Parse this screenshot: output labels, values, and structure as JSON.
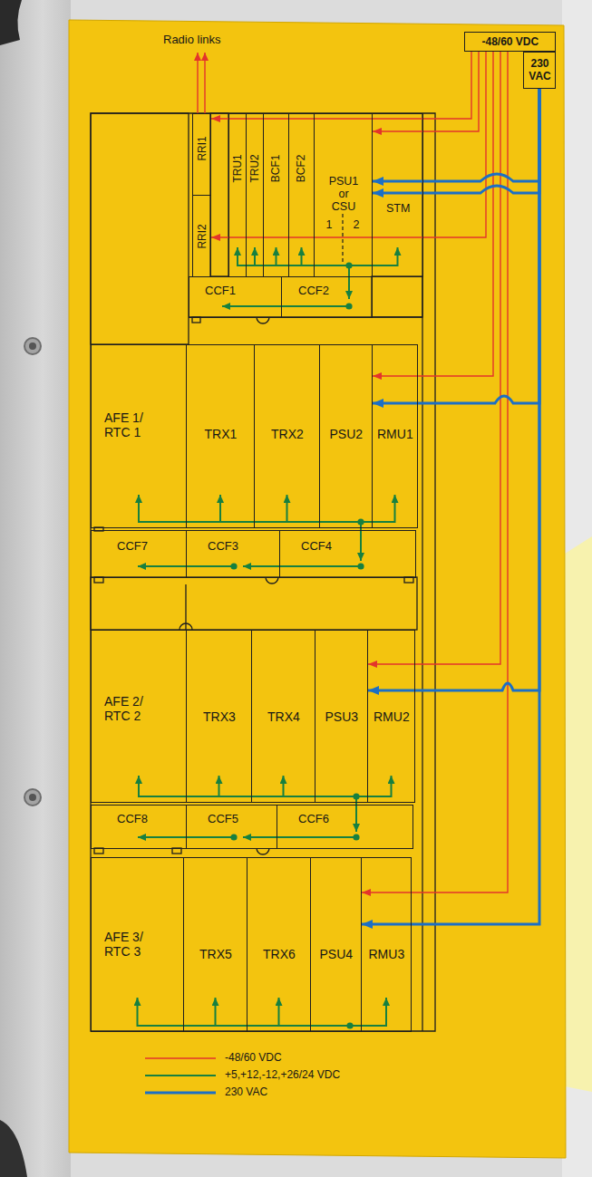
{
  "diagram": {
    "nodes": [
      {
        "text": [
          "-48/60 VDC"
        ]
      },
      {
        "text": [
          "230 VAC"
        ]
      },
      {
        "text": [
          "RRI1"
        ]
      },
      {
        "text": [
          "RRI2"
        ]
      },
      {
        "text": [
          "TRU1"
        ]
      },
      {
        "text": [
          "TRU2"
        ]
      },
      {
        "text": [
          "BCF1"
        ]
      },
      {
        "text": [
          "BCF2"
        ]
      },
      {
        "text": [
          "PSU1 or CSU",
          "1",
          "2"
        ]
      },
      {
        "text": [
          "STM"
        ]
      },
      {
        "text": [
          "CCF1"
        ]
      },
      {
        "text": [
          "CCF2"
        ]
      },
      {
        "text": [
          "AFE 1/ RTC 1"
        ]
      },
      {
        "text": [
          "TRX1"
        ]
      },
      {
        "text": [
          "TRX2"
        ]
      },
      {
        "text": [
          "PSU2"
        ]
      },
      {
        "text": [
          "RMU1"
        ]
      },
      {
        "text": [
          "CCF7"
        ]
      },
      {
        "text": [
          "CCF3"
        ]
      },
      {
        "text": [
          "CCF4"
        ]
      },
      {
        "text": [
          "AFE 2/ RTC 2"
        ]
      },
      {
        "text": [
          "TRX3"
        ]
      },
      {
        "text": [
          "TRX4"
        ]
      },
      {
        "text": [
          "PSU3"
        ]
      },
      {
        "text": [
          "RMU2"
        ]
      },
      {
        "text": [
          "CCF8"
        ]
      },
      {
        "text": [
          "CCF5"
        ]
      },
      {
        "text": [
          "CCF6"
        ]
      },
      {
        "text": [
          "AFE 3/ RTC 3"
        ]
      },
      {
        "text": [
          "TRX5"
        ]
      },
      {
        "text": [
          "TRX6"
        ]
      },
      {
        "text": [
          "PSU4"
        ]
      },
      {
        "text": [
          "RMU3"
        ]
      }
    ],
    "edges": [
      {
        "from": 0,
        "to": 2,
        "arrow": "to"
      },
      {
        "from": 0,
        "to": 3,
        "arrow": "to"
      },
      {
        "from": 0,
        "to": 8,
        "arrow": "to"
      },
      {
        "from": 0,
        "to": 15,
        "arrow": "to"
      },
      {
        "from": 0,
        "to": 23,
        "arrow": "to"
      },
      {
        "from": 0,
        "to": 31,
        "arrow": "to"
      },
      {
        "from": 1,
        "to": 8,
        "arrow": "to"
      },
      {
        "from": 1,
        "to": 8,
        "arrow": "to"
      },
      {
        "from": 1,
        "to": 15,
        "arrow": "to"
      },
      {
        "from": 1,
        "to": 23,
        "arrow": "to"
      },
      {
        "from": 1,
        "to": 31,
        "arrow": "to"
      },
      {
        "from": 8,
        "to": 4,
        "arrow": "to"
      },
      {
        "from": 8,
        "to": 5,
        "arrow": "to"
      },
      {
        "from": 8,
        "to": 6,
        "arrow": "to"
      },
      {
        "from": 8,
        "to": 7,
        "arrow": "to"
      },
      {
        "from": 8,
        "to": 9,
        "arrow": "to"
      },
      {
        "from": 8,
        "to": 11,
        "arrow": "to"
      },
      {
        "from": 11,
        "to": 10,
        "arrow": "to"
      },
      {
        "from": 15,
        "to": 12,
        "arrow": "to"
      },
      {
        "from": 15,
        "to": 13,
        "arrow": "to"
      },
      {
        "from": 15,
        "to": 14,
        "arrow": "to"
      },
      {
        "from": 15,
        "to": 16,
        "arrow": "to"
      },
      {
        "from": 15,
        "to": 19,
        "arrow": "to"
      },
      {
        "from": 19,
        "to": 18,
        "arrow": "to"
      },
      {
        "from": 18,
        "to": 17,
        "arrow": "to"
      },
      {
        "from": 23,
        "to": 20,
        "arrow": "to"
      },
      {
        "from": 23,
        "to": 21,
        "arrow": "to"
      },
      {
        "from": 23,
        "to": 22,
        "arrow": "to"
      },
      {
        "from": 23,
        "to": 24,
        "arrow": "to"
      },
      {
        "from": 23,
        "to": 27,
        "arrow": "to"
      },
      {
        "from": 27,
        "to": 26,
        "arrow": "to"
      },
      {
        "from": 26,
        "to": 25,
        "arrow": "to"
      },
      {
        "from": 31,
        "to": 28,
        "arrow": "to"
      },
      {
        "from": 31,
        "to": 29,
        "arrow": "to"
      },
      {
        "from": 31,
        "to": 30,
        "arrow": "to"
      },
      {
        "from": 31,
        "to": 32,
        "arrow": "to"
      }
    ],
    "labels": [
      "Radio links"
    ],
    "legend": [
      {
        "text": "-48/60 VDC"
      },
      {
        "text": "+5,+12,-12,+26/24 VDC"
      },
      {
        "text": "230 VAC"
      }
    ]
  }
}
